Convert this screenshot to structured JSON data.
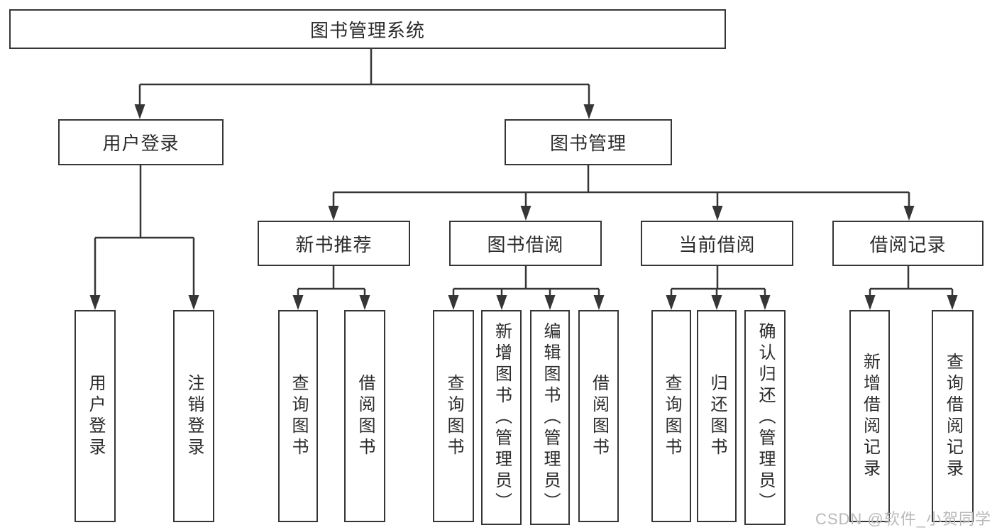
{
  "diagram_title": "图书管理系统",
  "tree": {
    "root": {
      "label": "图书管理系统",
      "children": [
        {
          "label": "用户登录",
          "children": [
            {
              "label": "用户登录"
            },
            {
              "label": "注销登录"
            }
          ]
        },
        {
          "label": "图书管理",
          "children": [
            {
              "label": "新书推荐",
              "children": [
                {
                  "label": "查询图书"
                },
                {
                  "label": "借阅图书"
                }
              ]
            },
            {
              "label": "图书借阅",
              "children": [
                {
                  "label": "查询图书"
                },
                {
                  "label": "新增图书（管理员）"
                },
                {
                  "label": "编辑图书（管理员）"
                },
                {
                  "label": "借阅图书"
                }
              ]
            },
            {
              "label": "当前借阅",
              "children": [
                {
                  "label": "查询图书"
                },
                {
                  "label": "归还图书"
                },
                {
                  "label": "确认归还（管理员）"
                }
              ]
            },
            {
              "label": "借阅记录",
              "children": [
                {
                  "label": "新增借阅记录"
                },
                {
                  "label": "查询借阅记录"
                }
              ]
            }
          ]
        }
      ]
    }
  },
  "watermark": {
    "text": "CSDN @软件_小贺同学"
  },
  "colors": {
    "line": "#363636",
    "box_border": "#363636",
    "text": "#2b2b2b",
    "box_background": "#ffffff",
    "page_background": "#ffffff",
    "watermark": "#b9b9b9"
  }
}
